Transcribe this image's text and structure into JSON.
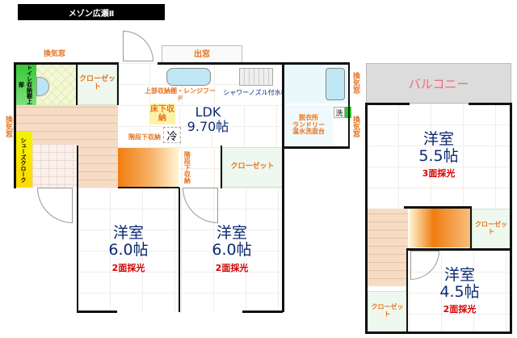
{
  "title": "メゾン広瀬Ⅱ",
  "first_floor": {
    "ventilation_window_top": "換気窓",
    "ventilation_window_left": "換気窓",
    "toilet_shelf": "トイレ収納棚上部",
    "closet_1": "クローゼット",
    "bay_window": "出窓",
    "upper_storage": "上部収納棚・レンジフード",
    "shower_faucet": "シャワーノズル付水栓",
    "underfloor_storage": "床下収納",
    "ldk_name": "LDK",
    "ldk_size": "9.70帖",
    "fridge": "冷",
    "under_stairs_storage_1": "階段下収納",
    "under_stairs_storage_2": "階段下収納",
    "shoes_cloak": "シューズクローク",
    "closet_2": "クローゼット",
    "washroom": "脱衣所\nランドリー\n温水洗面台",
    "washer": "洗",
    "ventilation_window_bath": "換気窓",
    "ventilation_window_wash": "換気窓",
    "bedroom_1": {
      "name": "洋室",
      "size": "6.0帖",
      "light": "2面採光"
    },
    "bedroom_2": {
      "name": "洋室",
      "size": "6.0帖",
      "light": "2面採光"
    }
  },
  "second_floor": {
    "balcony": "バルコニー",
    "bedroom_3": {
      "name": "洋室",
      "size": "5.5帖",
      "light": "3面採光"
    },
    "closet_3": "クローゼット",
    "bedroom_4": {
      "name": "洋室",
      "size": "4.5帖",
      "light": "2面採光"
    },
    "closet_4": "クローゼット"
  },
  "colors": {
    "label_orange": "#e8731e",
    "room_blue": "#0b2a73",
    "light_red": "#d40000",
    "balcony_pink": "#f06a7a"
  }
}
